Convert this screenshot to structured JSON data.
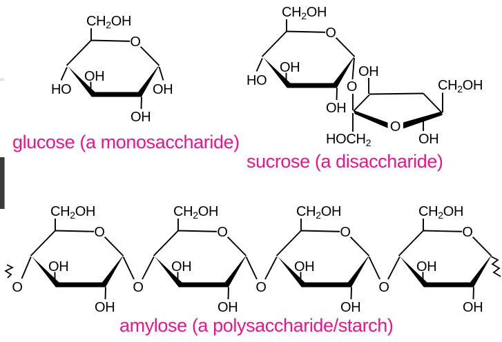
{
  "molecules": {
    "glucose": {
      "caption": "glucose (a monosaccharide)"
    },
    "sucrose": {
      "caption": "sucrose (a disaccharide)"
    },
    "amylose": {
      "caption": "amylose (a polysaccharide/starch)"
    }
  },
  "atoms": {
    "ch2oh": {
      "pre": "CH",
      "sub": "2",
      "post": "OH"
    },
    "hoch2": {
      "pre": "HOCH",
      "sub": "2"
    },
    "oh": "OH",
    "ho": "HO",
    "o": "O"
  },
  "colors": {
    "caption": "#ED138D",
    "structure": "#000000",
    "sidebar_fragment": "#3B3B3B",
    "background": "#FFFFFF"
  }
}
